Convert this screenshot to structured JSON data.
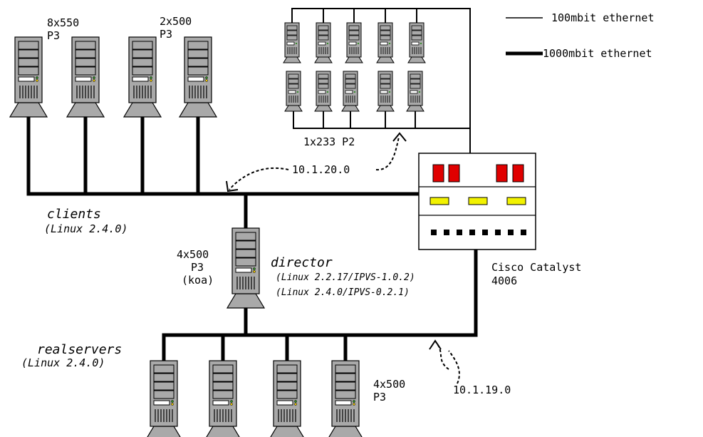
{
  "legend": {
    "thin_label": "100mbit ethernet",
    "thick_label": "1000mbit ethernet"
  },
  "clients": {
    "group1_label": "8x550",
    "group1_cpu": "P3",
    "group2_label": "2x500",
    "group2_cpu": "P3",
    "title": "clients",
    "os": "(Linux 2.4.0)"
  },
  "p2_group": {
    "label": "1x233 P2"
  },
  "networks": {
    "client_net": "10.1.20.0",
    "server_net": "10.1.19.0"
  },
  "director": {
    "spec": "4x500",
    "cpu": "P3",
    "host": "(koa)",
    "title": "director",
    "os_line1": "(Linux 2.2.17/IPVS-1.0.2)",
    "os_line2": "(Linux 2.4.0/IPVS-0.2.1)"
  },
  "switch": {
    "name_line1": "Cisco Catalyst",
    "name_line2": "4006"
  },
  "realservers": {
    "title": "realservers",
    "os": "(Linux 2.4.0)",
    "spec": "4x500",
    "cpu": "P3"
  },
  "colors": {
    "tower_fill": "#a9a9a9",
    "led_red": "#e00000",
    "led_yellow": "#f2f200",
    "line": "#000000"
  }
}
